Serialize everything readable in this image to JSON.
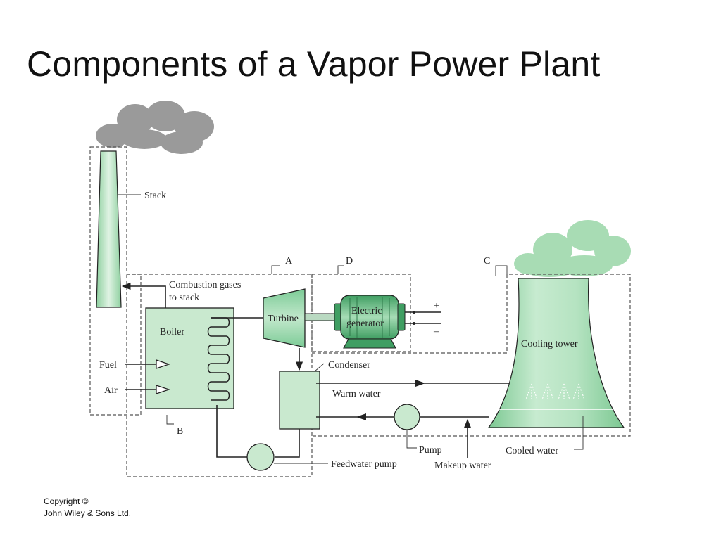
{
  "slide": {
    "title": "Components of a Vapor Power Plant",
    "copyright_line1": "Copyright ©",
    "copyright_line2": "John Wiley & Sons Ltd."
  },
  "diagram": {
    "subsystem_labels": {
      "a": "A",
      "b": "B",
      "c": "C",
      "d": "D"
    },
    "labels": {
      "stack": "Stack",
      "combustion_line1": "Combustion gases",
      "combustion_line2": "to stack",
      "boiler": "Boiler",
      "fuel": "Fuel",
      "air": "Air",
      "turbine": "Turbine",
      "generator_line1": "Electric",
      "generator_line2": "generator",
      "plus": "+",
      "minus": "–",
      "condenser": "Condenser",
      "warm_water": "Warm water",
      "cooling_tower": "Cooling tower",
      "pump": "Pump",
      "cooled_water": "Cooled water",
      "feedwater_pump": "Feedwater pump",
      "makeup_water": "Makeup water"
    },
    "colors": {
      "equipment_fill": "#c9e9cf",
      "tower_fill": "#a8dcb4",
      "generator_fill": "#6cbf88",
      "smoke_stack": "#9a9a9a",
      "smoke_tower": "#a8dcb4"
    }
  }
}
